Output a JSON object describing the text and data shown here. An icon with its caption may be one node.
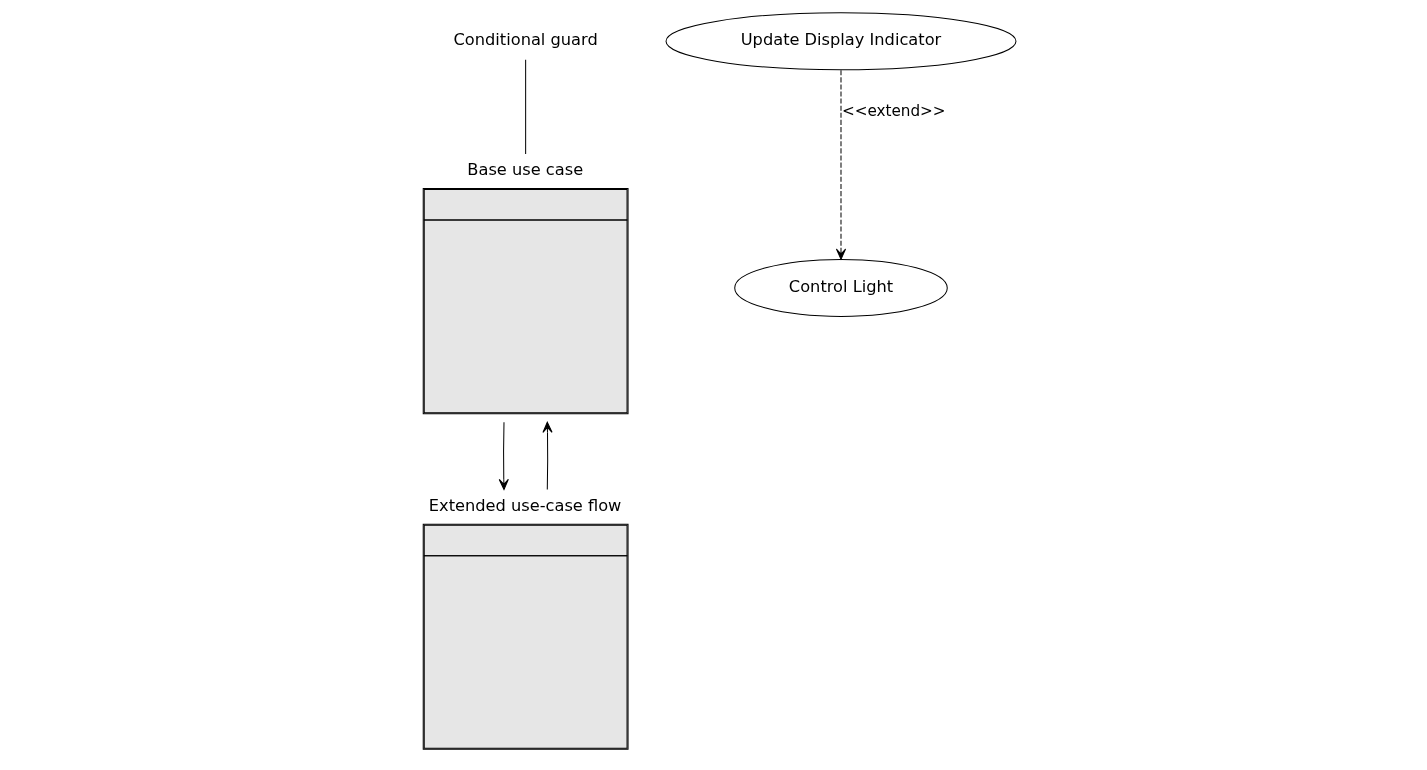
{
  "diagram": {
    "nodes": [
      {
        "text": [
          "Base use case"
        ]
      },
      {
        "text": [
          "Conditional guard"
        ]
      },
      {
        "text": [
          "Extended use-case flow"
        ]
      },
      {
        "text": [
          "Control Light"
        ]
      },
      {
        "text": [
          "Update Display Indicator"
        ]
      }
    ],
    "edges": [
      {
        "from": 1,
        "to": 0,
        "arrow": "none"
      },
      {
        "from": 0,
        "to": 2,
        "arrow": "to"
      },
      {
        "from": 2,
        "to": 0,
        "arrow": "to"
      },
      {
        "from": 4,
        "to": 3,
        "arrow": "to",
        "style": "dashed",
        "label": "<<extend>>"
      }
    ]
  }
}
